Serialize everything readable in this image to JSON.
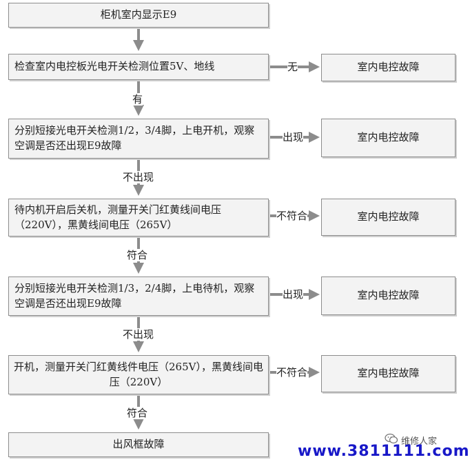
{
  "steps": {
    "s1": "柜机室内显示E9",
    "s2": "检查室内电控板光电开关检测位置5V、地线",
    "s3": "分别短接光电开关检测1/2，3/4脚，上电开机，观察空调是否还出现E9故障",
    "s4": "待内机开启后关机，测量开关门红黄线间电压（220V），黑黄线间电压（265V）",
    "s5": "分别短接光电开关检测1/3，2/4脚，上电待机，观察空调是否还出现E9故障",
    "s6": "开机，测量开关门红黄线件电压（265V），黑黄线间电压（220V）",
    "s7": "出风框故障"
  },
  "results": {
    "r1": "室内电控故障",
    "r2": "室内电控故障",
    "r3": "室内电控故障",
    "r4": "室内电控故障",
    "r5": "室内电控故障"
  },
  "labels": {
    "no": "无",
    "yes": "有",
    "appears1": "出现",
    "not_appear1": "不出现",
    "not_match1": "不符合",
    "match1": "符合",
    "appears2": "出现",
    "not_appear2": "不出现",
    "not_match2": "不符合",
    "match2": "符合"
  },
  "watermark": {
    "name": "维修人家",
    "url": "www.3811111.com",
    "icon": "wechat-icon"
  },
  "colors": {
    "arrow": "#8c8c8c",
    "box_fill": "#f3f3f3",
    "url": "#1818c8"
  }
}
